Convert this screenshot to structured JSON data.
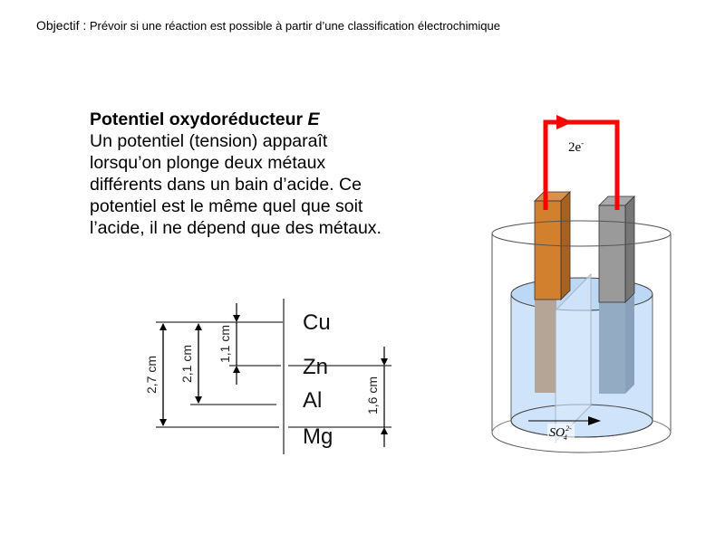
{
  "objective": {
    "label": "Objectif :",
    "text": " Prévoir si une réaction est possible à partir d’une classification électrochimique"
  },
  "section": {
    "title": "Potentiel oxydoréducteur ",
    "title_symbol": "E",
    "lines": [
      "Un potentiel (tension) apparaît",
      "lorsqu’on plonge deux métaux",
      "différents dans un bain d’acide. Ce",
      "potentiel est le même quel que soit",
      "l’acide, il ne dépend que des métaux."
    ]
  },
  "scale": {
    "metals": [
      "Cu",
      "Zn",
      "Al",
      "Mg"
    ],
    "distances": {
      "cu_mg": "2,7 cm",
      "cu_al": "2,1 cm",
      "cu_zn": "1,1 cm",
      "zn_mg": "1,6 cm"
    }
  },
  "cell": {
    "electron_label": "2e",
    "electron_sup": "-",
    "ion_label": "SO",
    "ion_sub": "4",
    "ion_sup": "2-",
    "colors": {
      "wire": "#ff0000",
      "copper": "#d27f2e",
      "zinc": "#9a9a9a",
      "liquid": "#cfe4fb"
    }
  }
}
